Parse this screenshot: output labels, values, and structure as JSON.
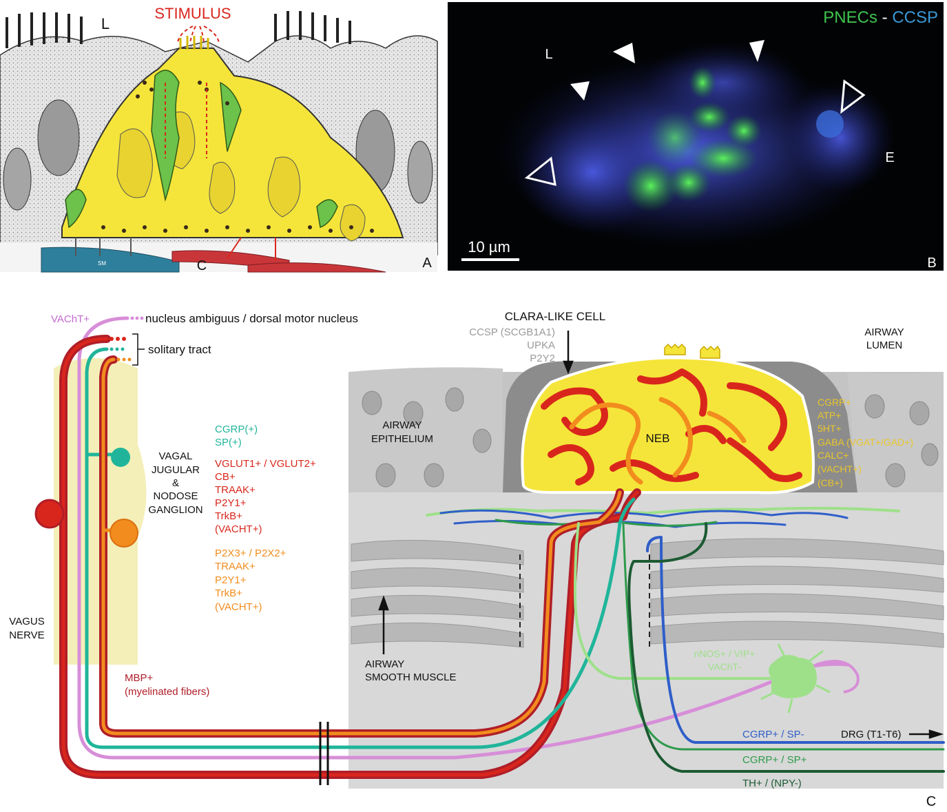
{
  "panelA": {
    "stimulus": "STIMULUS",
    "lumen": "L",
    "smooth_muscle_tag": "SM",
    "capillary_tag": "C",
    "panel_letter": "A"
  },
  "panelB": {
    "title_green": "PNECs",
    "title_sep": " - ",
    "title_blue": "CCSP",
    "lumen": "L",
    "epithelium": "E",
    "scale_bar": "10 µm",
    "panel_letter": "B"
  },
  "panelC": {
    "vacht_tag": "VAChT+",
    "nucleus_label": "nucleus ambiguus / dorsal motor nucleus",
    "solitary_label": "solitary tract",
    "ganglion_label": [
      "VAGAL",
      "JUGULAR",
      "&",
      "NODOSE",
      "GANGLION"
    ],
    "vagus_label": [
      "VAGUS",
      "NERVE"
    ],
    "teal_markers": [
      "CGRP(+)",
      "SP(+)"
    ],
    "red_markers": [
      "VGLUT1+ / VGLUT2+",
      "CB+",
      "TRAAK+",
      "P2Y1+",
      "TrkB+",
      "(VACHT+)"
    ],
    "orange_markers": [
      "P2X3+ / P2X2+",
      "TRAAK+",
      "P2Y1+",
      "TrkB+",
      "(VACHT+)"
    ],
    "mbp_label": [
      "MBP+",
      "(myelinated fibers)"
    ],
    "clara_title": "CLARA-LIKE CELL",
    "clara_markers": [
      "CCSP (SCGB1A1)",
      "UPKA",
      "P2Y2"
    ],
    "lumen_label": [
      "AIRWAY",
      "LUMEN"
    ],
    "epithelium_label": [
      "AIRWAY",
      "EPITHELIUM"
    ],
    "neb_label": "NEB",
    "neb_markers": [
      "CGRP+",
      "ATP+",
      "5HT+",
      "GABA (VGAT+/GAD+)",
      "CALC+",
      "(VACHT+)",
      "(CB+)"
    ],
    "smooth_muscle_label": [
      "AIRWAY",
      "SMOOTH MUSCLE"
    ],
    "nnos_label": [
      "nNOS+ / VIP+",
      "VAChT-"
    ],
    "drg_label": "DRG (T1-T6)",
    "blue_fiber": "CGRP+ / SP-",
    "green_fiber": "CGRP+ / SP+",
    "dkgreen_fiber": "TH+ / (NPY-)",
    "panel_letter": "C"
  },
  "colors": {
    "red": "#d9261c",
    "dark_red": "#b01e28",
    "orange": "#f28c1e",
    "teal": "#20b59a",
    "pink": "#d78ed8",
    "yellow": "#f5e53a",
    "blue": "#2f5ec9",
    "green": "#2e9a4a",
    "dark_green": "#1c5a32",
    "light_green": "#9ee08a",
    "gold_text": "#e9c62a",
    "grey_text": "#9a9a9a"
  }
}
